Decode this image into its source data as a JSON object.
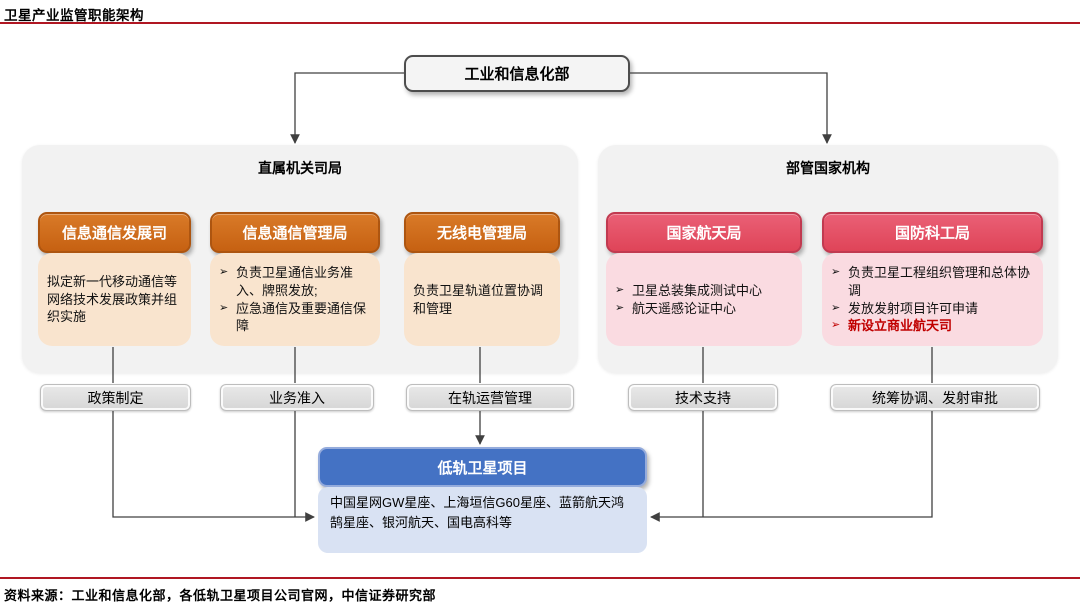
{
  "page": {
    "title": "卫星产业监管职能架构",
    "source": "资料来源：工业和信息化部，各低轨卫星项目公司官网，中信证券研究部"
  },
  "root": {
    "label": "工业和信息化部"
  },
  "left_panel": {
    "title": "直属机关司局",
    "columns": [
      {
        "header": "信息通信发展司",
        "body": "拟定新一代移动通信等网络技术发展政策并组织实施",
        "tag": "政策制定"
      },
      {
        "header": "信息通信管理局",
        "bullets": [
          "负责卫星通信业务准入、牌照发放;",
          "应急通信及重要通信保障"
        ],
        "tag": "业务准入"
      },
      {
        "header": "无线电管理局",
        "body": "负责卫星轨道位置协调和管理",
        "tag": "在轨运营管理"
      }
    ]
  },
  "right_panel": {
    "title": "部管国家机构",
    "columns": [
      {
        "header": "国家航天局",
        "bullets": [
          "卫星总装集成测试中心",
          "航天遥感论证中心"
        ],
        "tag": "技术支持"
      },
      {
        "header": "国防科工局",
        "bullets": [
          "负责卫星工程组织管理和总体协调",
          "发放发射项目许可申请",
          "新设立商业航天司"
        ],
        "highlighted_bullet": "新设立商业航天司",
        "tag": "统筹协调、发射审批"
      }
    ]
  },
  "project": {
    "header": "低轨卫星项目",
    "body": "中国星网GW星座、上海垣信G60星座、蓝箭航天鸿鹄星座、银河航天、国电高科等"
  },
  "icons": {
    "bullet": "➢"
  },
  "colors": {
    "rule_red": "#B01622",
    "orange_header": "#CE671B",
    "peach_body": "#F9E4CE",
    "red_header": "#E45062",
    "pink_body": "#FADBE1",
    "blue_header": "#4472C4",
    "blue_body": "#D9E2F3",
    "panel_gray": "#F2F2F2",
    "tag_gray": "#DCDCDC",
    "connector": "#404040",
    "highlight_text": "#C00000"
  }
}
